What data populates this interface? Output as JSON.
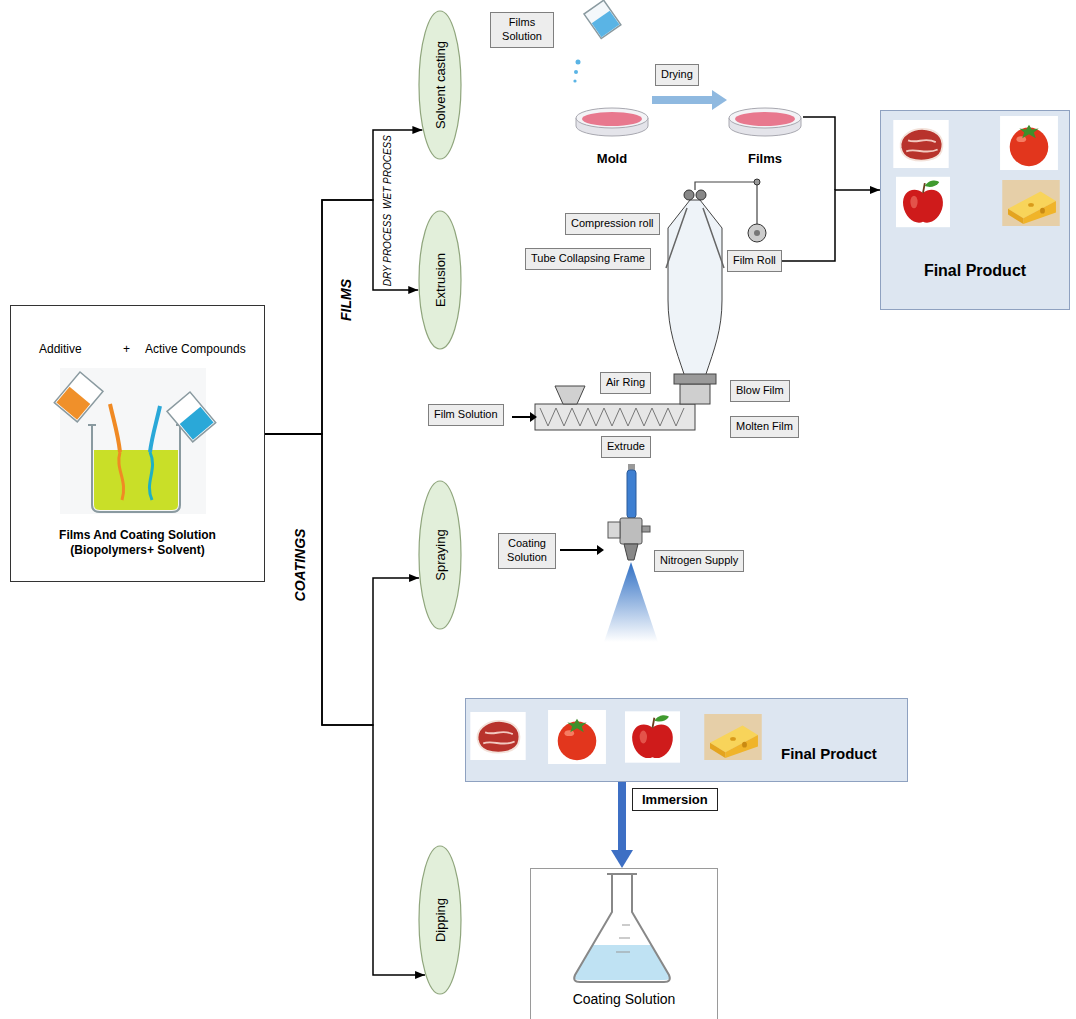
{
  "diagram": {
    "nodes": [
      {
        "text": [
          "Additive",
          "+",
          "Active Compounds",
          "Films And Coating Solution (Biopolymers+ Solvent)"
        ]
      },
      {
        "text": [
          "Solvent casting"
        ]
      },
      {
        "text": [
          "Films Solution"
        ]
      },
      {
        "text": [
          "Drying"
        ]
      },
      {
        "text": [
          "Final Product"
        ]
      },
      {
        "text": [
          "Extrusion"
        ]
      },
      {
        "text": [
          "Compression roll"
        ]
      },
      {
        "text": [
          "Tube Collapsing Frame"
        ]
      },
      {
        "text": [
          "Film Roll"
        ]
      },
      {
        "text": [
          "Air Ring"
        ]
      },
      {
        "text": [
          "Blow Film"
        ]
      },
      {
        "text": [
          "Film Solution"
        ]
      },
      {
        "text": [
          "Molten Film"
        ]
      },
      {
        "text": [
          "Extrude"
        ]
      },
      {
        "text": [
          "Spraying"
        ]
      },
      {
        "text": [
          "Coating Solution"
        ]
      },
      {
        "text": [
          "Nitrogen Supply"
        ]
      },
      {
        "text": [
          "Final Product"
        ]
      },
      {
        "text": [
          "Immersion"
        ]
      },
      {
        "text": [
          "Dipping"
        ]
      },
      {
        "text": [
          "Coating Solution"
        ]
      }
    ],
    "edges": [
      {
        "from": 0,
        "to": 1,
        "arrow": "to"
      },
      {
        "from": 0,
        "to": 5,
        "arrow": "to"
      },
      {
        "from": 0,
        "to": 14,
        "arrow": "to"
      },
      {
        "from": 0,
        "to": 19,
        "arrow": "to"
      },
      {
        "from": 8,
        "to": 4,
        "arrow": "to"
      },
      {
        "from": 17,
        "to": 20,
        "arrow": "to"
      }
    ],
    "labels": [
      "FILMS",
      "WET PROCESS",
      "DRY PROCESS",
      "Mold",
      "Films",
      "COATINGS"
    ]
  }
}
